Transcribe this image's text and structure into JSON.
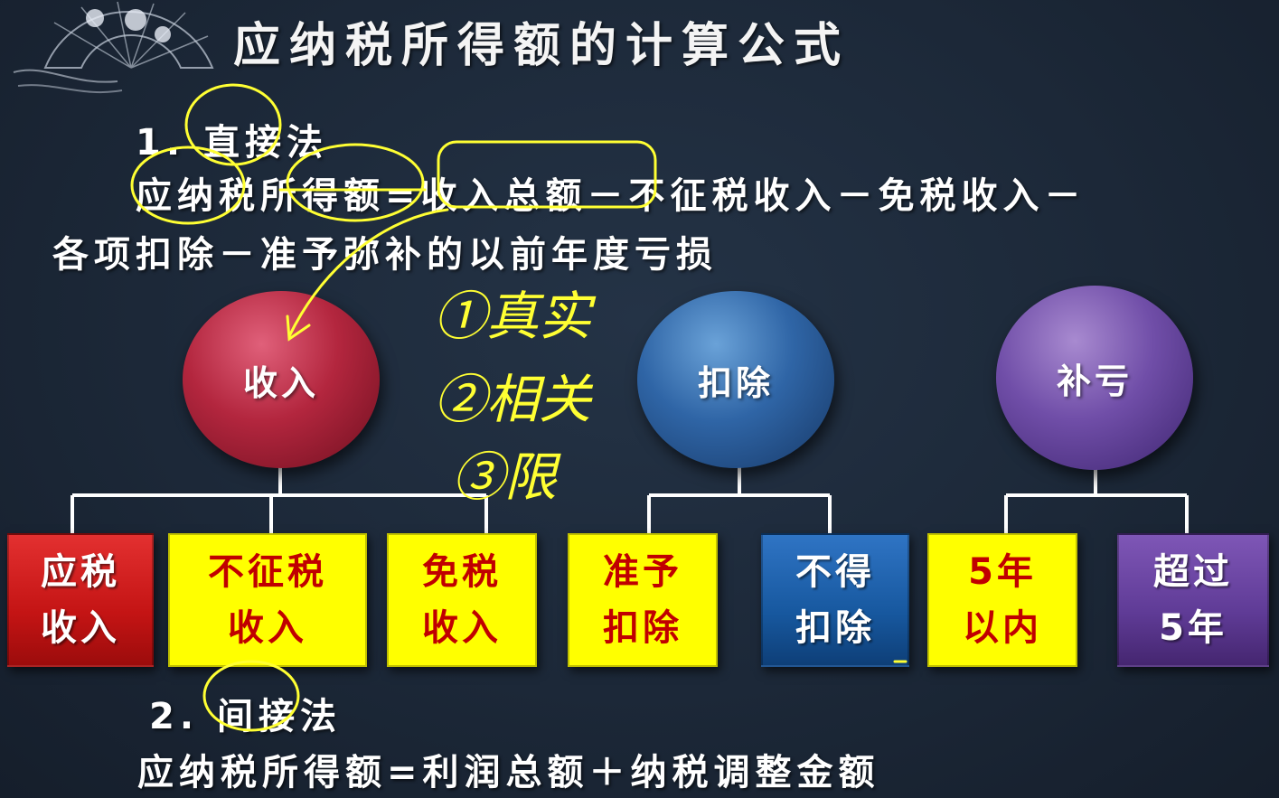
{
  "title": "应纳税所得额的计算公式",
  "method1": {
    "heading": "1. 直接法",
    "formula_line1": "应纳税所得额=收入总额－不征税收入－免税收入－",
    "formula_line2": "各项扣除－准予弥补的以前年度亏损"
  },
  "circles": {
    "income": "收入",
    "deduction": "扣除",
    "loss": "补亏"
  },
  "boxes": [
    {
      "line1": "应税",
      "line2": "收入"
    },
    {
      "line1": "不征税",
      "line2": "收入"
    },
    {
      "line1": "免税",
      "line2": "收入"
    },
    {
      "line1": "准予",
      "line2": "扣除"
    },
    {
      "line1": "不得",
      "line2": "扣除"
    },
    {
      "line1": "5年",
      "line2": "以内"
    },
    {
      "line1": "超过",
      "line2": "5年"
    }
  ],
  "handwritten_notes": [
    "①真实",
    "②相关",
    "③限"
  ],
  "method2": {
    "heading": "2. 间接法",
    "formula": "应纳税所得额=利润总额＋纳税调整金额"
  },
  "colors": {
    "background": "#1c2838",
    "annotation": "#ffff33",
    "income_circle": "#b3263e",
    "deduction_circle": "#2f65a6",
    "loss_circle": "#704ea8"
  }
}
